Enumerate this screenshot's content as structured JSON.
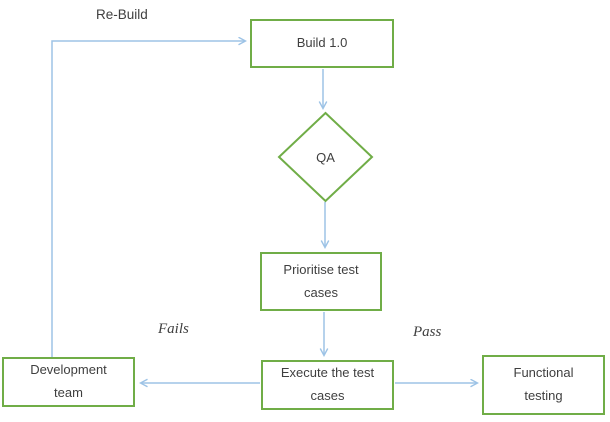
{
  "diagram": {
    "background": "#ffffff",
    "colors": {
      "node_border": "#70ad47",
      "node_fill": "#ffffff",
      "arrow": "#9dc3e6",
      "text": "#3f3f3f"
    },
    "nodes": {
      "build": {
        "label": "Build 1.0"
      },
      "qa": {
        "label": "QA"
      },
      "prioritise": {
        "line1": "Prioritise test",
        "line2": "cases"
      },
      "execute": {
        "line1": "Execute the test",
        "line2": "cases"
      },
      "development": {
        "line1": "Development",
        "line2": "team"
      },
      "functional": {
        "line1": "Functional",
        "line2": "testing"
      }
    },
    "edge_labels": {
      "rebuild": "Re-Build",
      "fails": "Fails",
      "pass": "Pass"
    }
  }
}
